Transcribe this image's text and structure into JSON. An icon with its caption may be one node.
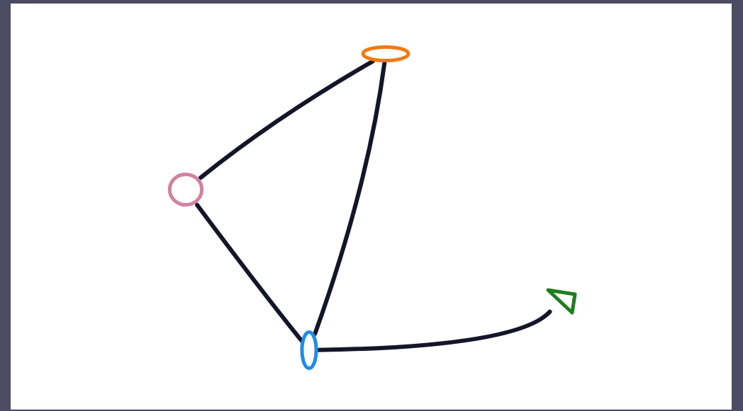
{
  "diagram": {
    "nodes": [
      {
        "text": [],
        "shape": "ellipse"
      },
      {
        "text": [],
        "shape": "circle"
      },
      {
        "text": [],
        "shape": "triangle"
      },
      {
        "text": [],
        "shape": "ellipse"
      }
    ],
    "edges": [
      {
        "from": 1,
        "to": 0,
        "arrow": "none"
      },
      {
        "from": 1,
        "to": 3,
        "arrow": "none"
      },
      {
        "from": 0,
        "to": 3,
        "arrow": "none"
      },
      {
        "from": 3,
        "to": 2,
        "arrow": "none"
      }
    ]
  }
}
